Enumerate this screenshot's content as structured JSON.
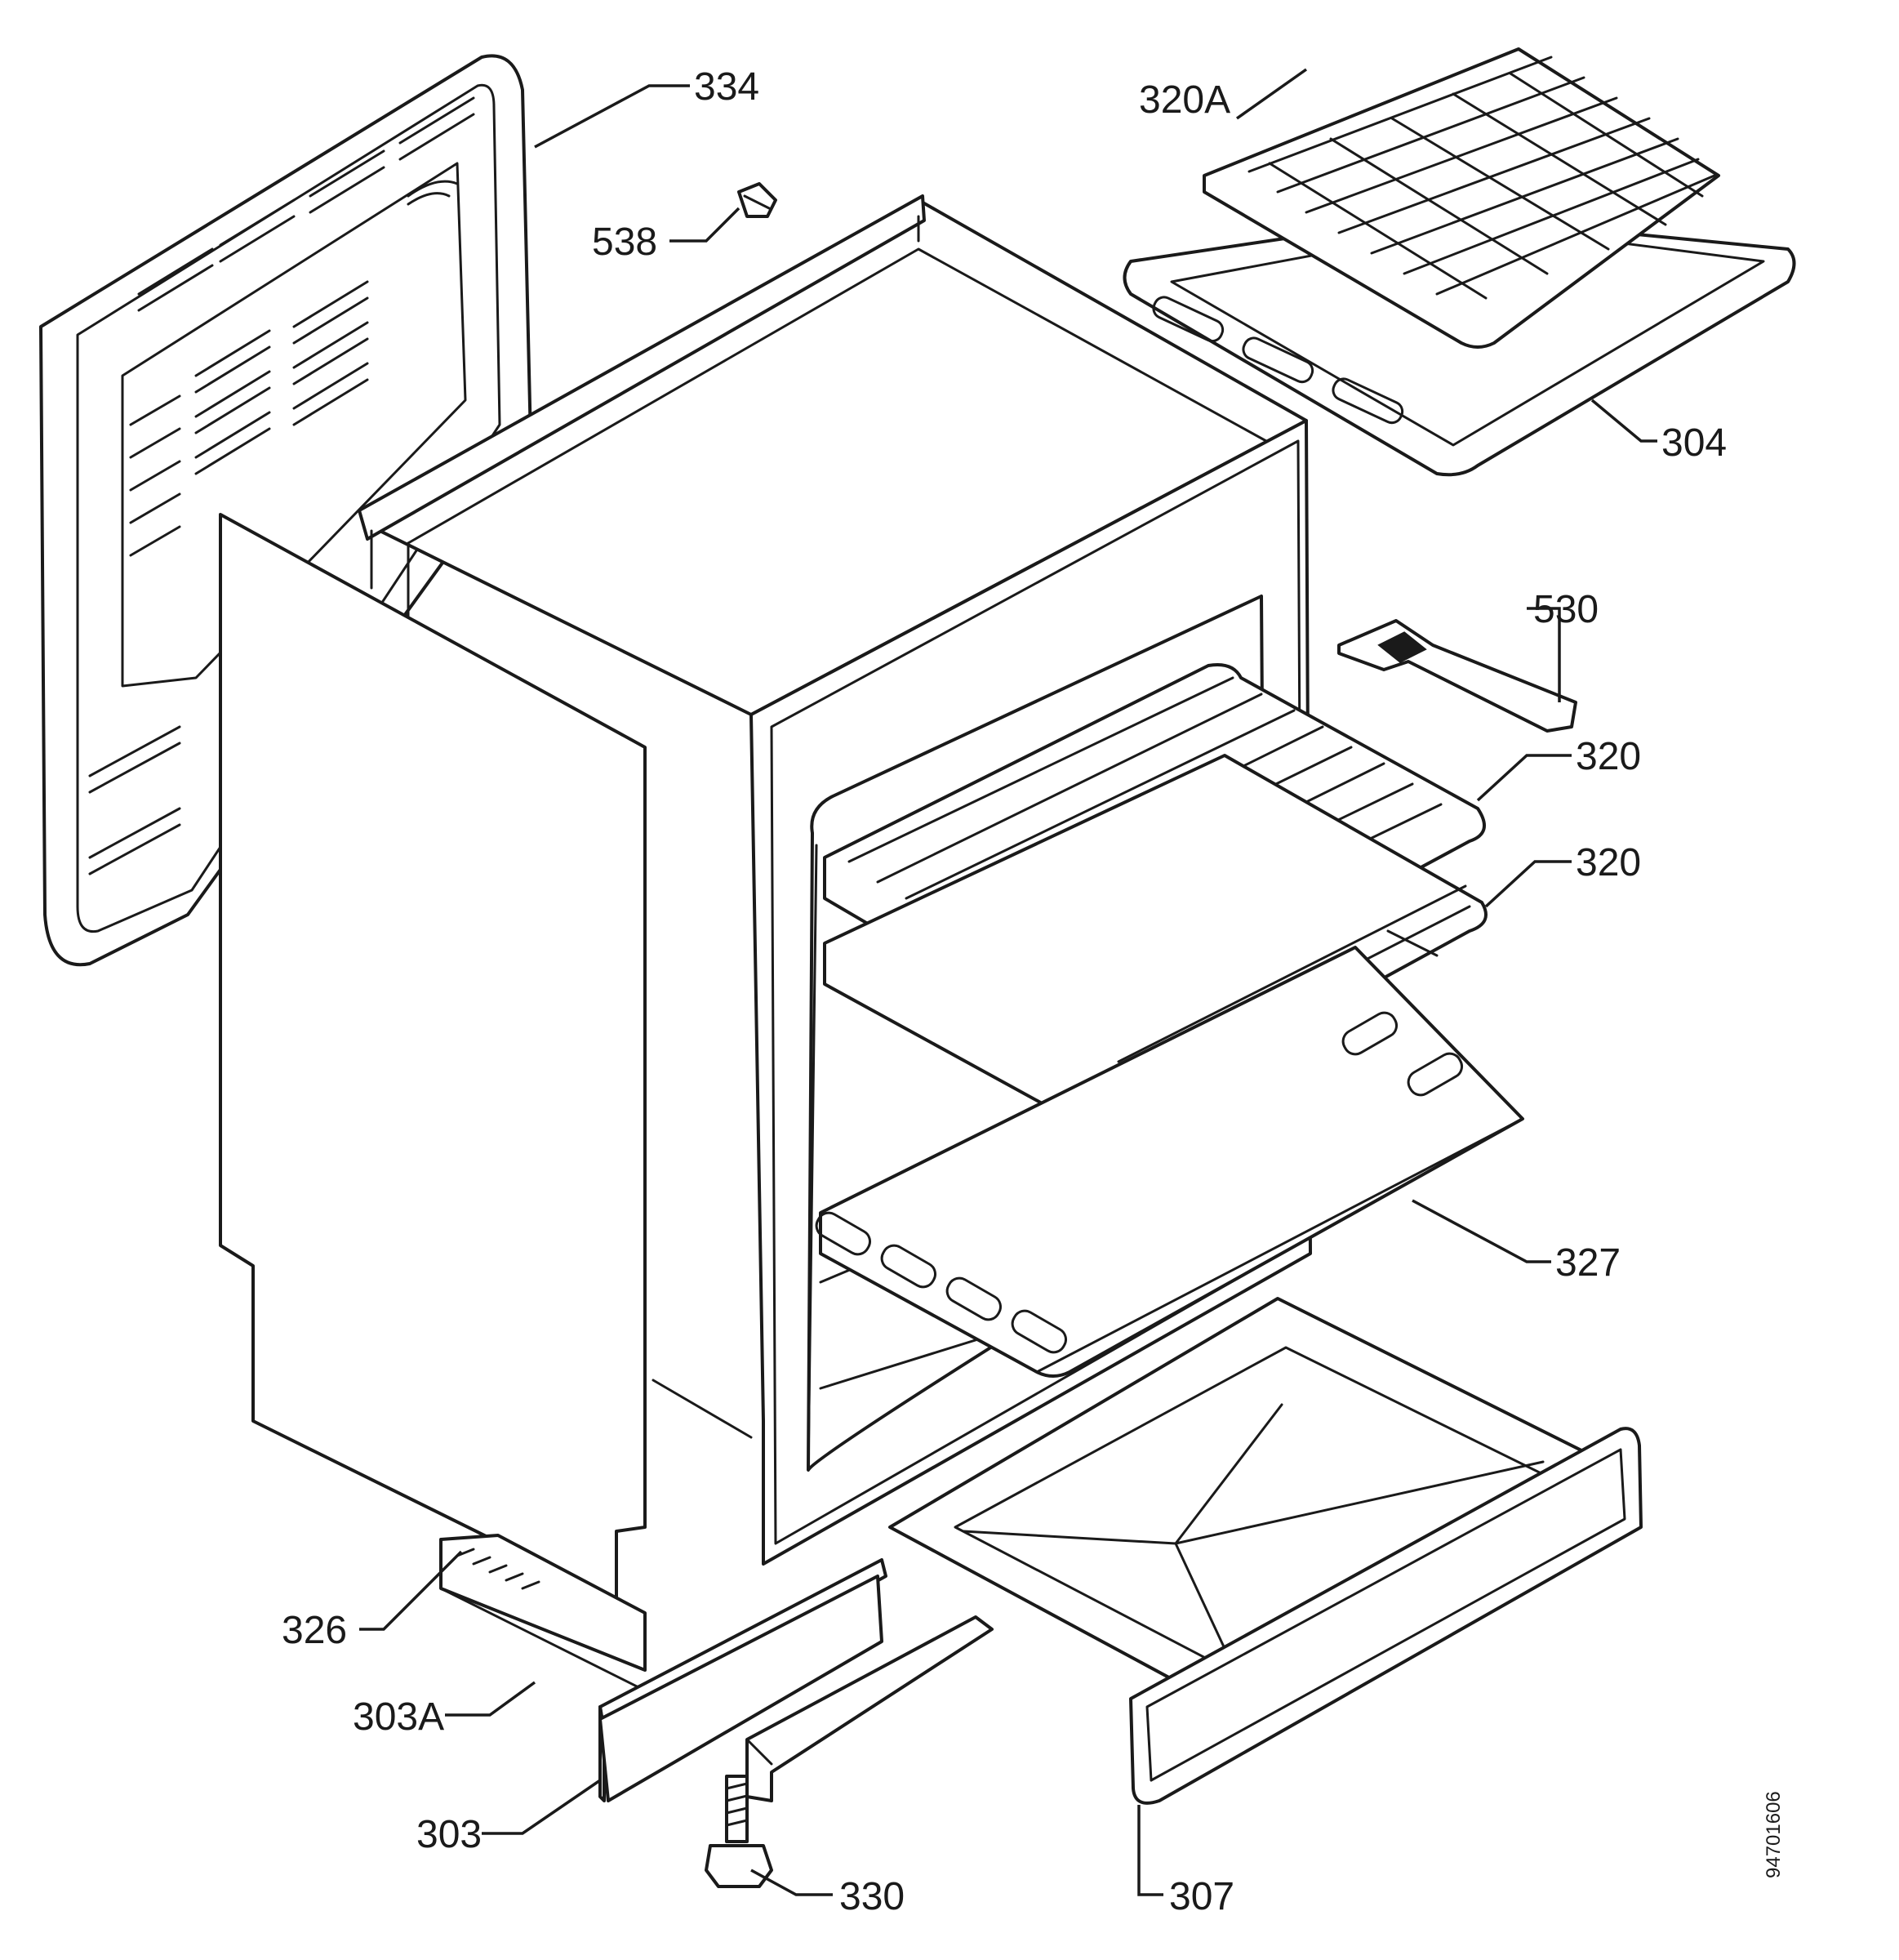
{
  "labels": {
    "p334": "334",
    "p538": "538",
    "p320a": "320A",
    "p304": "304",
    "p530": "530",
    "p320_upper": "320",
    "p320_lower": "320",
    "p327": "327",
    "p326": "326",
    "p303a": "303A",
    "p303": "303",
    "p330": "330",
    "p307": "307"
  },
  "drawing_number": "94701606"
}
